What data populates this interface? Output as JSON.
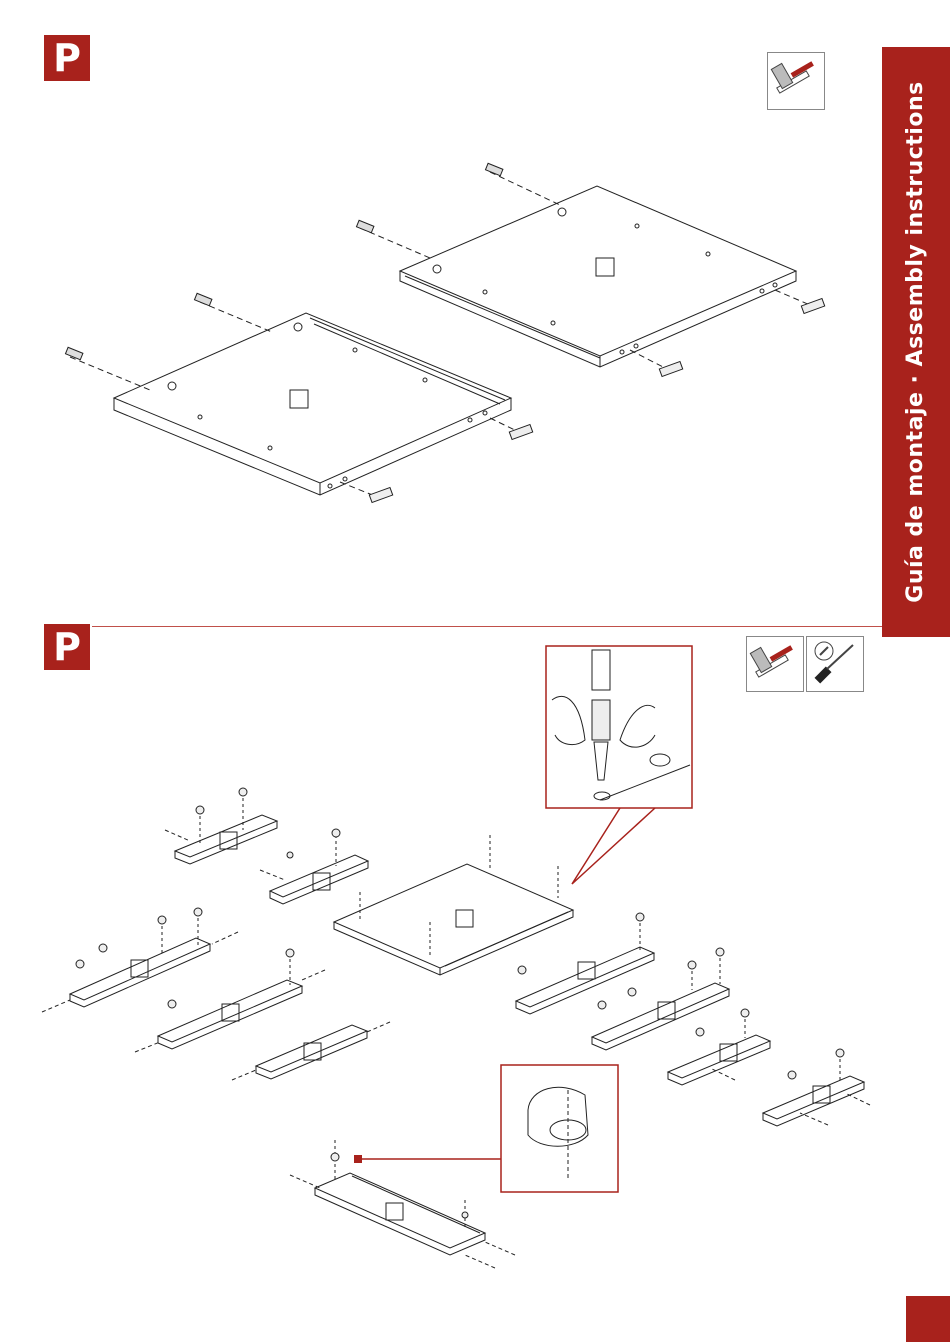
{
  "sidebar": {
    "tab_text": "Guía de montaje · Assembly instructions"
  },
  "steps": [
    {
      "badge": "P",
      "tools": [
        "hammer-icon"
      ]
    },
    {
      "badge": "P",
      "tools": [
        "hammer-icon",
        "screwdriver-icon"
      ]
    }
  ],
  "colors": {
    "brand": "#a8221c",
    "line": "#222222",
    "callout": "#a8221c"
  }
}
